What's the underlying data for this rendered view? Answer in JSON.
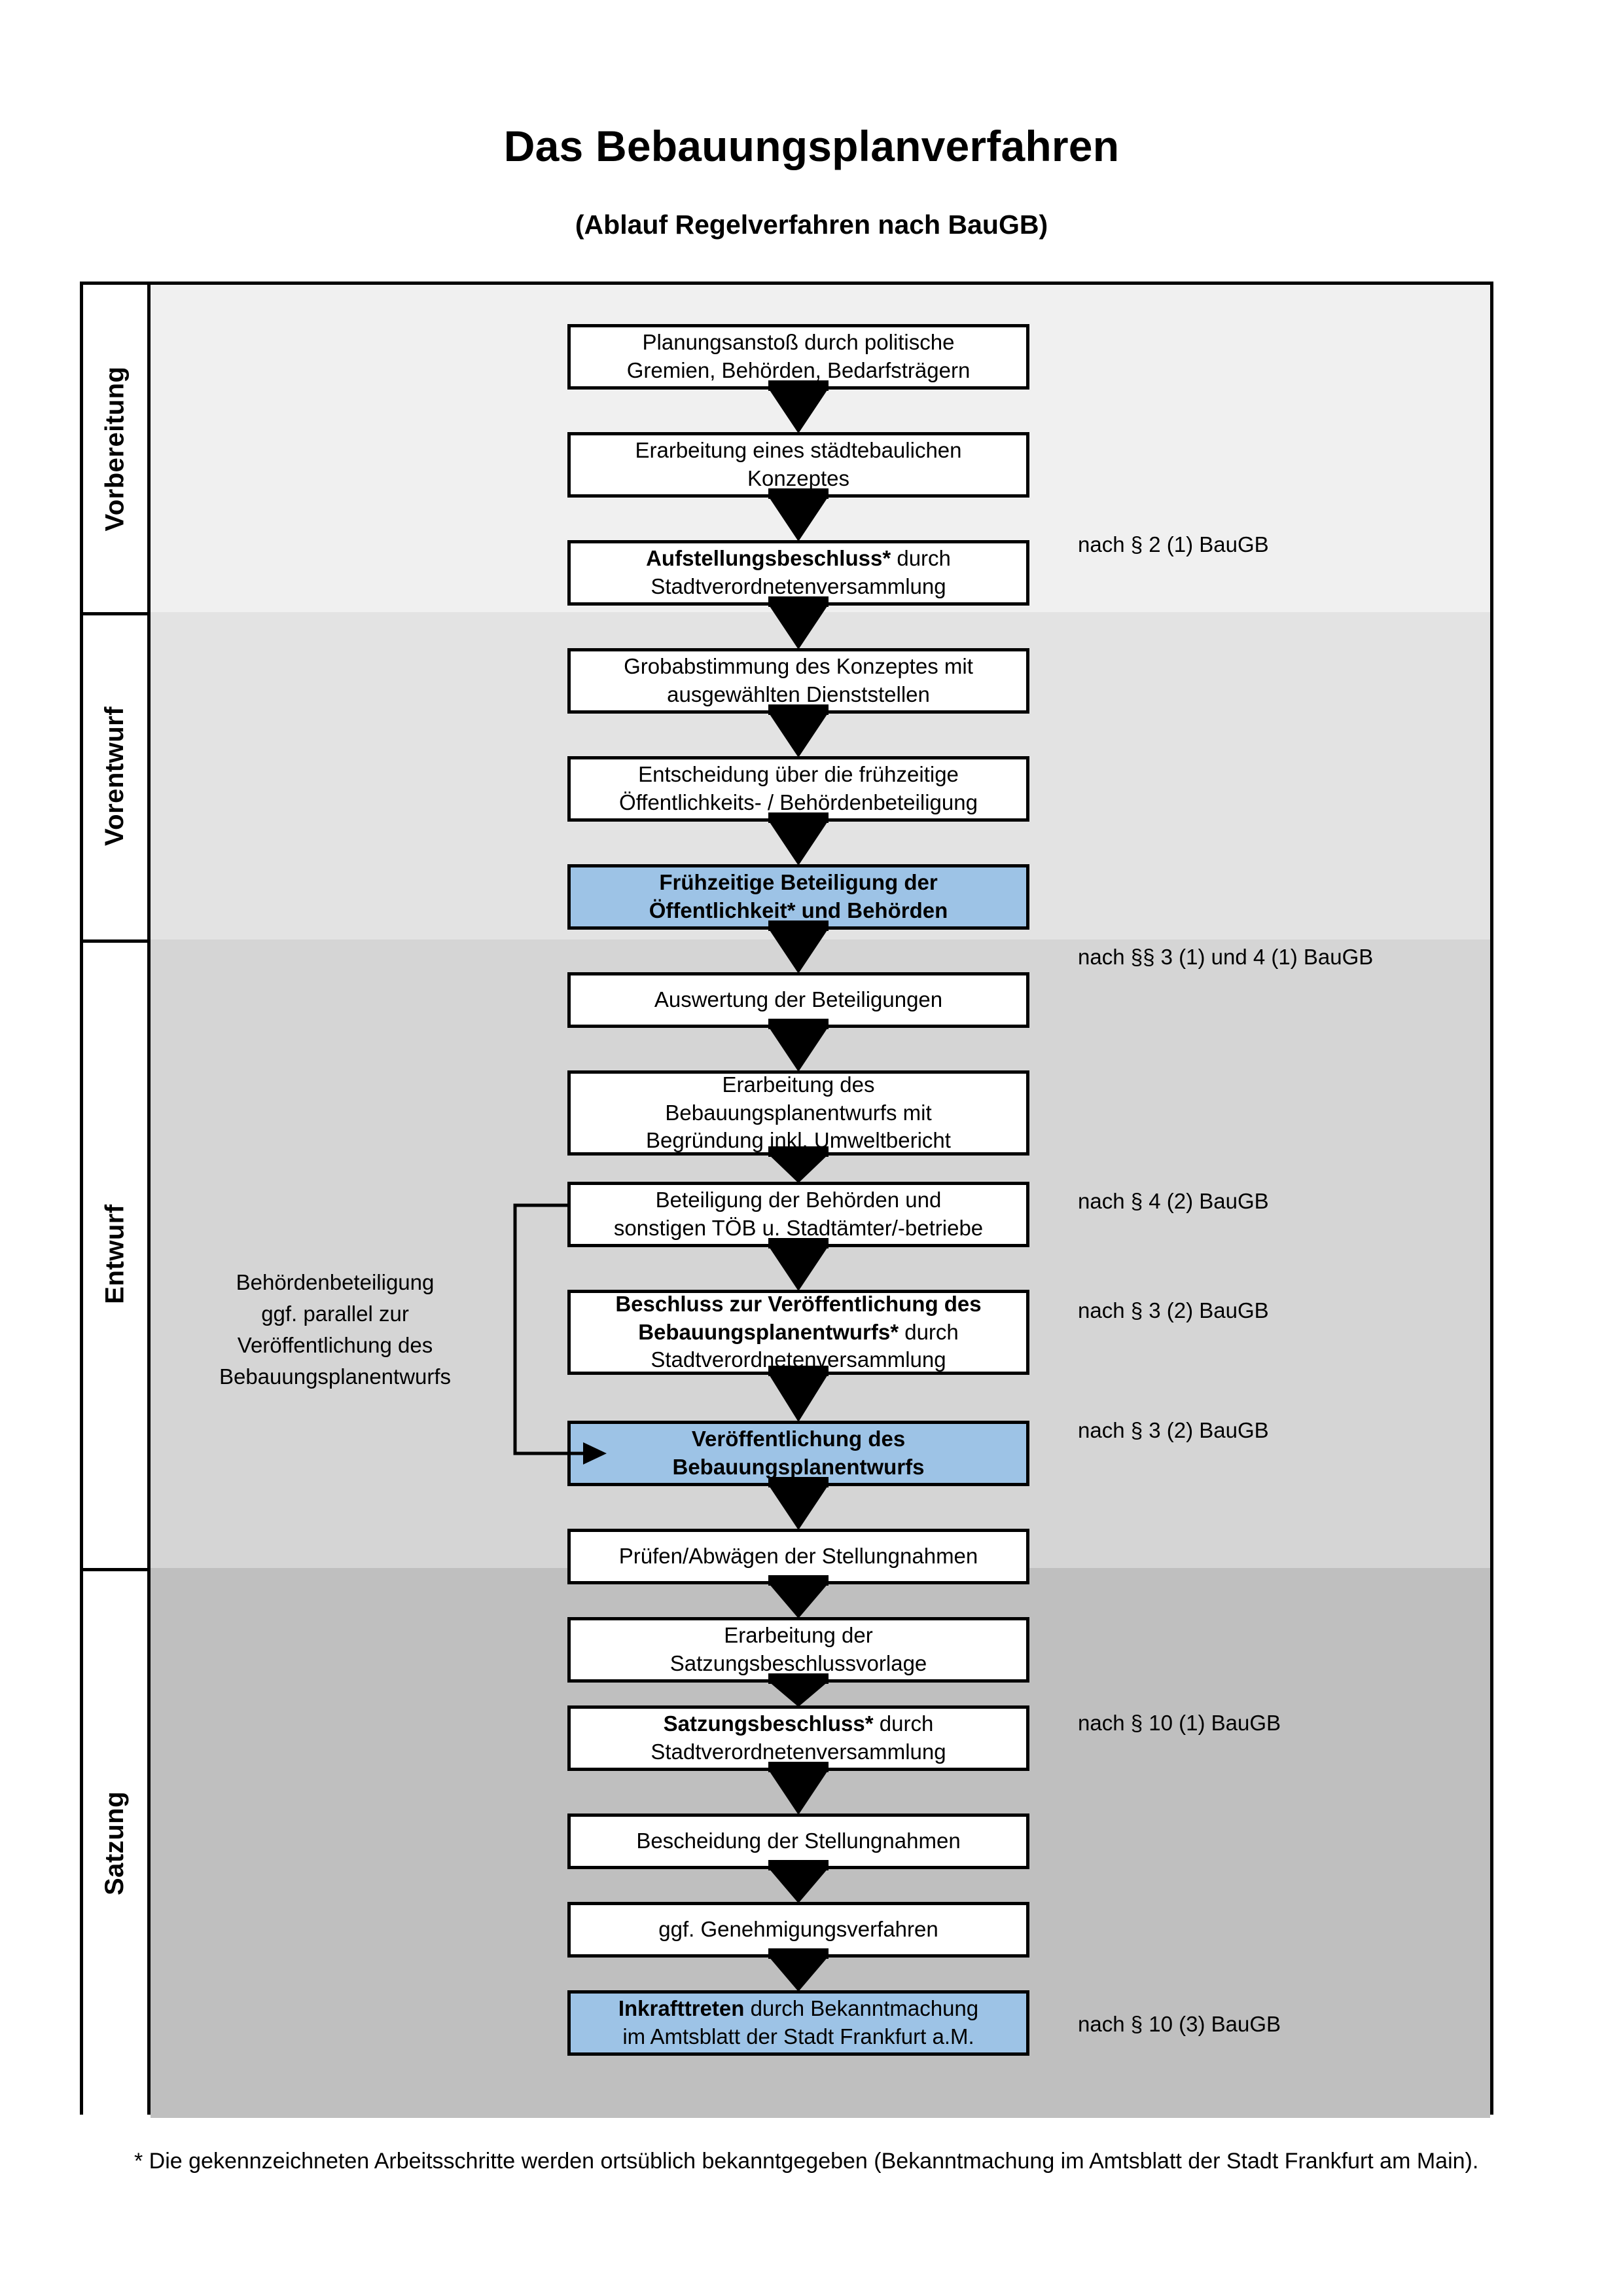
{
  "header": {
    "title": "Das Bebauungsplanverfahren",
    "subtitle": "(Ablauf Regelverfahren nach BauGB)"
  },
  "phases": [
    {
      "id": "vorbereitung",
      "label": "Vorbereitung",
      "bg": "#f0f0f0"
    },
    {
      "id": "vorentwurf",
      "label": "Vorentwurf",
      "bg": "#e3e3e3"
    },
    {
      "id": "entwurf",
      "label": "Entwurf",
      "bg": "#d5d5d5"
    },
    {
      "id": "satzung",
      "label": "Satzung",
      "bg": "#bfbfbf"
    }
  ],
  "steps": [
    {
      "n": 1,
      "phase": "vorbereitung",
      "highlight": false,
      "lines": [
        {
          "t": "Planungsanstoß durch politische",
          "b": false
        },
        {
          "t": "Gremien, Behörden, Bedarfsträgern",
          "b": false
        }
      ]
    },
    {
      "n": 2,
      "phase": "vorbereitung",
      "highlight": false,
      "lines": [
        {
          "t": "Erarbeitung eines städtebaulichen",
          "b": false
        },
        {
          "t": "Konzeptes",
          "b": false
        }
      ]
    },
    {
      "n": 3,
      "phase": "vorbereitung",
      "highlight": false,
      "lines": [
        {
          "t": "Aufstellungsbeschluss*",
          "b": true
        },
        {
          "t": " durch",
          "b": false
        },
        {
          "t": "Stadtverordnetenversammlung",
          "b": false
        }
      ]
    },
    {
      "n": 4,
      "phase": "vorentwurf",
      "highlight": false,
      "lines": [
        {
          "t": "Grobabstimmung des Konzeptes mit",
          "b": false
        },
        {
          "t": "ausgewählten Dienststellen",
          "b": false
        }
      ]
    },
    {
      "n": 5,
      "phase": "vorentwurf",
      "highlight": false,
      "lines": [
        {
          "t": "Entscheidung über die frühzeitige",
          "b": false
        },
        {
          "t": "Öffentlichkeits- / Behördenbeteiligung",
          "b": false
        }
      ]
    },
    {
      "n": 6,
      "phase": "vorentwurf",
      "highlight": true,
      "lines": [
        {
          "t": "Frühzeitige Beteiligung der",
          "b": true
        },
        {
          "t": "Öffentlichkeit* und Behörden",
          "b": true
        }
      ]
    },
    {
      "n": 7,
      "phase": "entwurf",
      "highlight": false,
      "lines": [
        {
          "t": "Auswertung der Beteiligungen",
          "b": false
        }
      ]
    },
    {
      "n": 8,
      "phase": "entwurf",
      "highlight": false,
      "lines": [
        {
          "t": "Erarbeitung des",
          "b": false
        },
        {
          "t": "Bebauungsplanentwurfs mit",
          "b": false
        },
        {
          "t": "Begründung inkl. Umweltbericht",
          "b": false
        }
      ]
    },
    {
      "n": 9,
      "phase": "entwurf",
      "highlight": false,
      "lines": [
        {
          "t": "Beteiligung der Behörden und",
          "b": false
        },
        {
          "t": "sonstigen TÖB u. Stadtämter/-betriebe",
          "b": false
        }
      ]
    },
    {
      "n": 10,
      "phase": "entwurf",
      "highlight": false,
      "lines": [
        {
          "t": "Beschluss zur Veröffentlichung des",
          "b": true
        },
        {
          "t": "Bebauungsplanentwurfs*",
          "b": true
        },
        {
          "t": " durch",
          "b": false
        },
        {
          "t": "Stadtverordnetenversammlung",
          "b": false
        }
      ]
    },
    {
      "n": 11,
      "phase": "entwurf",
      "highlight": true,
      "lines": [
        {
          "t": "Veröffentlichung des",
          "b": true
        },
        {
          "t": "Bebauungsplanentwurfs",
          "b": true
        }
      ]
    },
    {
      "n": 12,
      "phase": "satzung",
      "highlight": false,
      "lines": [
        {
          "t": "Prüfen/Abwägen der Stellungnahmen",
          "b": false
        }
      ]
    },
    {
      "n": 13,
      "phase": "satzung",
      "highlight": false,
      "lines": [
        {
          "t": "Erarbeitung der",
          "b": false
        },
        {
          "t": "Satzungsbeschlussvorlage",
          "b": false
        }
      ]
    },
    {
      "n": 14,
      "phase": "satzung",
      "highlight": false,
      "lines": [
        {
          "t": "Satzungsbeschluss*",
          "b": true
        },
        {
          "t": " durch",
          "b": false
        },
        {
          "t": "Stadtverordnetenversammlung",
          "b": false
        }
      ]
    },
    {
      "n": 15,
      "phase": "satzung",
      "highlight": false,
      "lines": [
        {
          "t": "Bescheidung der Stellungnahmen",
          "b": false
        }
      ]
    },
    {
      "n": 16,
      "phase": "satzung",
      "highlight": false,
      "lines": [
        {
          "t": "ggf. Genehmigungsverfahren",
          "b": false
        }
      ]
    },
    {
      "n": 17,
      "phase": "satzung",
      "highlight": true,
      "lines": [
        {
          "t": "Inkrafttreten",
          "b": true
        },
        {
          "t": " durch Bekanntmachung",
          "b": false
        },
        {
          "t": "im Amtsblatt der Stadt Frankfurt a.M.",
          "b": false
        }
      ]
    }
  ],
  "law_notes": [
    {
      "id": "n1",
      "text": "nach § 2 (1) BauGB"
    },
    {
      "id": "n2",
      "text": "nach §§ 3 (1) und 4 (1) BauGB"
    },
    {
      "id": "n3",
      "text": "nach § 4 (2) BauGB"
    },
    {
      "id": "n4",
      "text": "nach § 3 (2) BauGB"
    },
    {
      "id": "n5",
      "text": "nach § 3 (2) BauGB"
    },
    {
      "id": "n6",
      "text": "nach § 10 (1) BauGB"
    },
    {
      "id": "n7",
      "text": "nach § 10 (3) BauGB"
    }
  ],
  "side_note": {
    "lines": [
      "Behördenbeteiligung",
      "ggf. parallel zur",
      "Veröffentlichung des",
      "Bebauungsplanentwurfs"
    ]
  },
  "footnote": {
    "text": "* Die gekennzeichneten Arbeitsschritte werden ortsüblich bekanntgegeben (Bekanntmachung im Amtsblatt  der Stadt Frankfurt am Main)."
  },
  "colors": {
    "highlight_fill": "#9dc3e6",
    "stroke": "#000000",
    "band_vorbereitung": "#f0f0f0",
    "band_vorentwurf": "#e3e3e3",
    "band_entwurf": "#d5d5d5",
    "band_satzung": "#bfbfbf"
  }
}
